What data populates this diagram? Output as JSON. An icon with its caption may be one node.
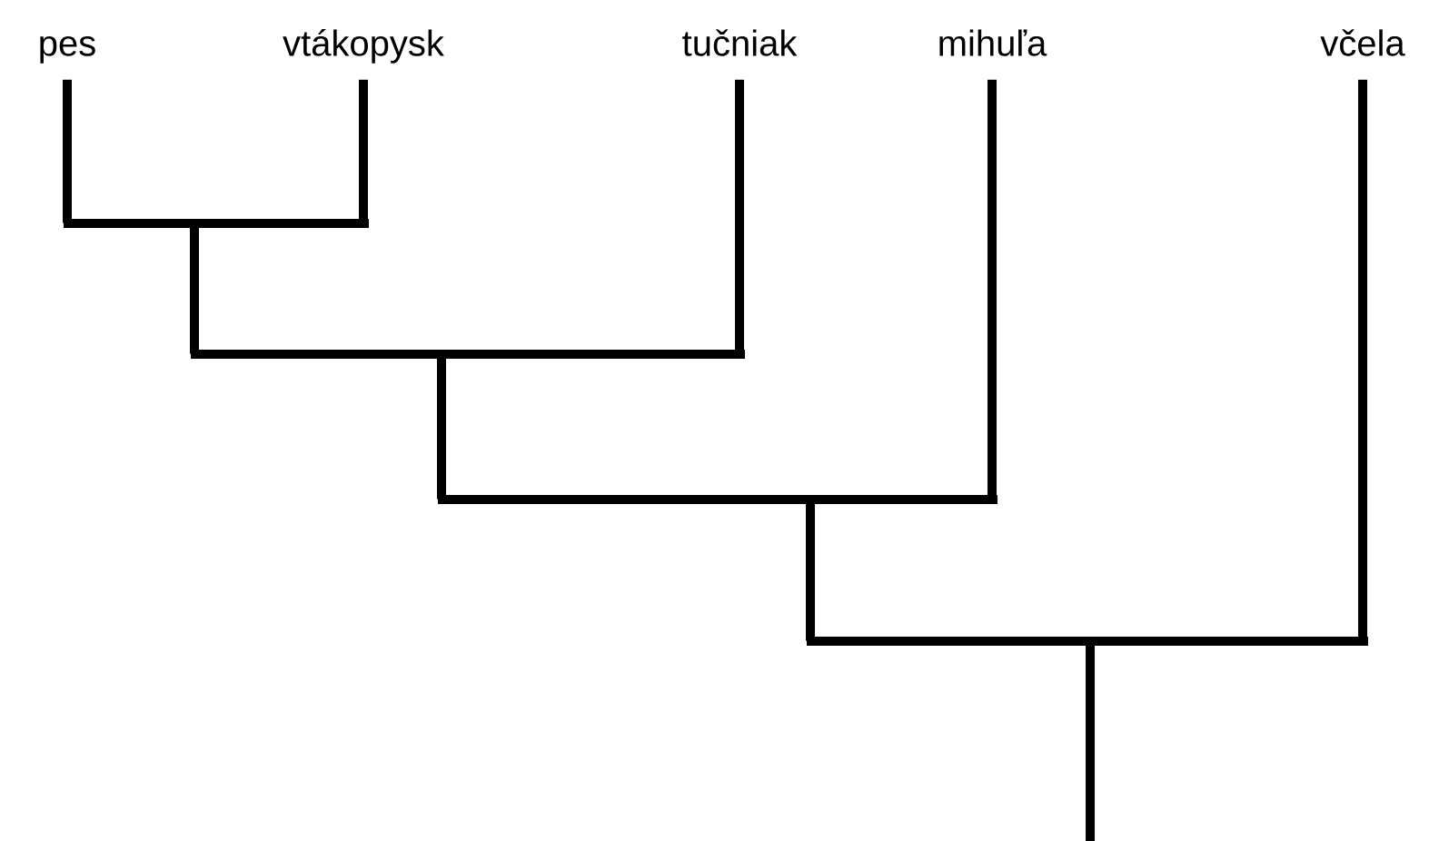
{
  "diagram": {
    "nodes": [
      {
        "text": [
          "pes"
        ]
      },
      {
        "text": [
          "vtákopysk"
        ]
      },
      {
        "text": [
          "tučniak"
        ]
      },
      {
        "text": [
          "mihuľa"
        ]
      },
      {
        "text": [
          "včela"
        ]
      },
      {
        "text": [],
        "shape": "bar"
      },
      {
        "text": [],
        "shape": "bar"
      },
      {
        "text": [],
        "shape": "bar"
      },
      {
        "text": [],
        "shape": "bar"
      }
    ],
    "edges": [
      {
        "from": 5,
        "to": 0,
        "arrow": "none"
      },
      {
        "from": 5,
        "to": 1,
        "arrow": "none"
      },
      {
        "from": 6,
        "to": 5,
        "arrow": "none"
      },
      {
        "from": 6,
        "to": 2,
        "arrow": "none"
      },
      {
        "from": 7,
        "to": 6,
        "arrow": "none"
      },
      {
        "from": 7,
        "to": 3,
        "arrow": "none"
      },
      {
        "from": 8,
        "to": 7,
        "arrow": "none"
      },
      {
        "from": 8,
        "to": 4,
        "arrow": "none"
      },
      {
        "from": null,
        "to": 8,
        "arrow": "none"
      }
    ]
  }
}
